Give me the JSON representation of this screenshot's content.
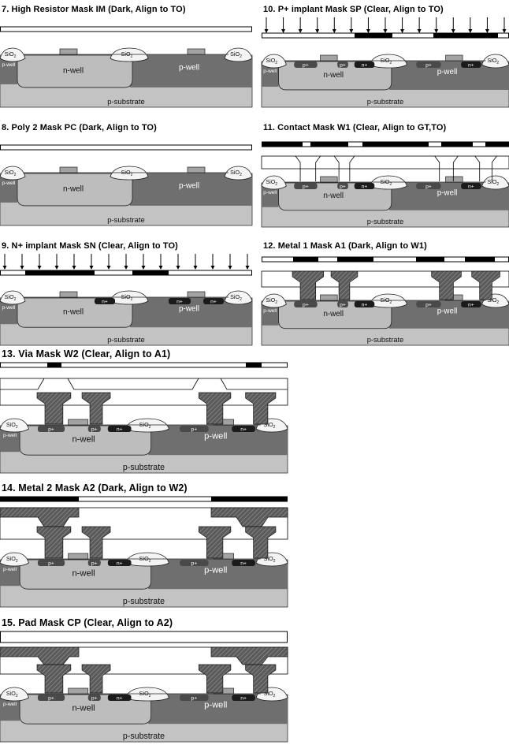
{
  "labels": {
    "nwell": "n-well",
    "pwell": "p-well",
    "psub": "p-substrate",
    "sio2_main": "SiO",
    "sio2_sub": "2",
    "pplus": "p+",
    "nplus": "n+"
  },
  "panels": [
    {
      "id": "p7",
      "title": "7. High Resistor Mask IM (Dark, Align to TO)"
    },
    {
      "id": "p8",
      "title": "8. Poly 2 Mask PC (Dark, Align to TO)"
    },
    {
      "id": "p9",
      "title": "9. N+ implant Mask SN (Clear, Align to TO)"
    },
    {
      "id": "p10",
      "title": "10. P+ implant Mask SP (Clear, Align to TO)"
    },
    {
      "id": "p11",
      "title": "11. Contact Mask W1 (Clear, Align to GT,TO)"
    },
    {
      "id": "p12",
      "title": "12. Metal 1 Mask A1 (Dark, Align to W1)"
    },
    {
      "id": "p13",
      "title": "13. Via Mask W2 (Clear, Align to A1)"
    },
    {
      "id": "p14",
      "title": "14. Metal 2 Mask A2 (Dark, Align to W2)"
    },
    {
      "id": "p15",
      "title": "15. Pad Mask CP (Clear, Align to A2)"
    }
  ],
  "colors": {
    "substrate": "#c3c3c3",
    "nwell": "#bdbdbd",
    "pwell": "#6f6f6f",
    "oxide": "#f4f4f4",
    "poly": "#a3a3a3",
    "pplus": "#4a4a4a",
    "nplus": "#1b1b1b",
    "metal": "#555555",
    "mask_dark": "#000000"
  }
}
